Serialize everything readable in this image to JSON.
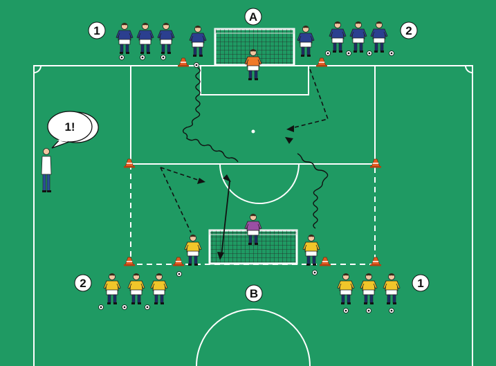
{
  "colors": {
    "pitch": "#1f9a63",
    "lines": "#ffffff",
    "team_blue_shirt": "#2b3f8f",
    "team_yellow_shirt": "#f1c62a",
    "goalkeeper_a": "#f07a2a",
    "goalkeeper_b": "#9a4fa3",
    "cone": "#e25b22",
    "coach_shirt": "#ffffff"
  },
  "labels": {
    "goal_a": "A",
    "goal_b": "B",
    "group_top_left": "1",
    "group_top_right": "2",
    "group_bottom_left": "2",
    "group_bottom_right": "1"
  },
  "coach": {
    "speech": "1!"
  },
  "icons": {
    "player": "player-figure-icon",
    "ball": "soccer-ball-icon",
    "cone": "training-cone-icon",
    "goal": "goal-net-icon",
    "coach": "coach-figure-icon"
  }
}
